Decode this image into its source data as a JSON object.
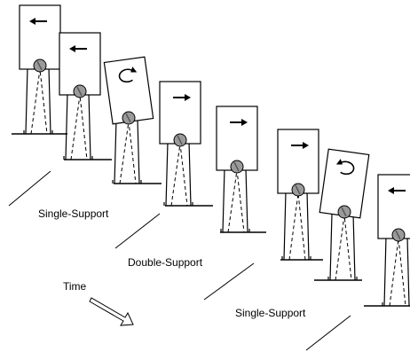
{
  "labels": {
    "single_support_1": "Single-Support",
    "double_support": "Double-Support",
    "single_support_2": "Single-Support",
    "time": "Time"
  },
  "frames": [
    {
      "index": 1,
      "arrow": "left"
    },
    {
      "index": 2,
      "arrow": "left"
    },
    {
      "index": 3,
      "arrow": "rotate-clockwise"
    },
    {
      "index": 4,
      "arrow": "right"
    },
    {
      "index": 5,
      "arrow": "right"
    },
    {
      "index": 6,
      "arrow": "right"
    },
    {
      "index": 7,
      "arrow": "rotate-counterclockwise"
    },
    {
      "index": 8,
      "arrow": "left"
    }
  ],
  "colors": {
    "ink": "#000000",
    "joint_fill": "#9a9a9a",
    "background": "#ffffff"
  }
}
